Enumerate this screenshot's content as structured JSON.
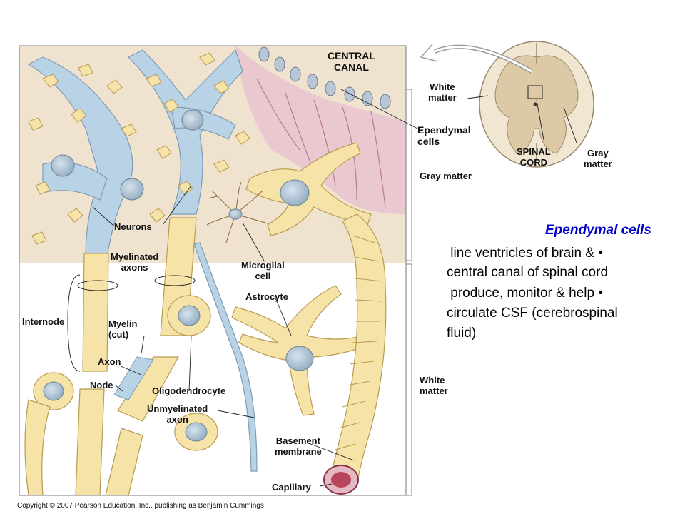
{
  "diagram": {
    "labels": {
      "central_canal_1": "CENTRAL",
      "central_canal_2": "CANAL",
      "white_matter_top_1": "White",
      "white_matter_top_2": "matter",
      "ependymal_cells_1": "Ependymal",
      "ependymal_cells_2": "cells",
      "spinal_cord_1": "SPINAL",
      "spinal_cord_2": "CORD",
      "gray_matter_inset_1": "Gray",
      "gray_matter_inset_2": "matter",
      "gray_matter_side": "Gray matter",
      "neurons": "Neurons",
      "myelinated_axons_1": "Myelinated",
      "myelinated_axons_2": "axons",
      "microglial_cell_1": "Microglial",
      "microglial_cell_2": "cell",
      "astrocyte": "Astrocyte",
      "internode": "Internode",
      "myelin_cut_1": "Myelin",
      "myelin_cut_2": "(cut)",
      "axon": "Axon",
      "node": "Node",
      "oligodendrocyte": "Oligodendrocyte",
      "unmyelinated_axon_1": "Unmyelinated",
      "unmyelinated_axon_2": "axon",
      "white_matter_side_1": "White",
      "white_matter_side_2": "matter",
      "basement_membrane_1": "Basement",
      "basement_membrane_2": "membrane",
      "capillary": "Capillary"
    },
    "colors": {
      "neuron_blue": "#b9d3e6",
      "glia_yellow": "#f6e3a8",
      "ependymal_pink": "#e8c2cc",
      "background_tan": "#efe3d0",
      "nucleus": "#9fb6c9",
      "capillary_red": "#b8455a"
    }
  },
  "caption": {
    "title": "Ependymal cells",
    "line1": " line ventricles of brain & •",
    "line2": "central canal of spinal cord",
    "line3": " produce, monitor & help •",
    "line4": "circulate CSF (cerebrospinal",
    "line5": "fluid)"
  },
  "copyright": "Copyright © 2007 Pearson Education, Inc., publishing as Benjamin Cummings"
}
